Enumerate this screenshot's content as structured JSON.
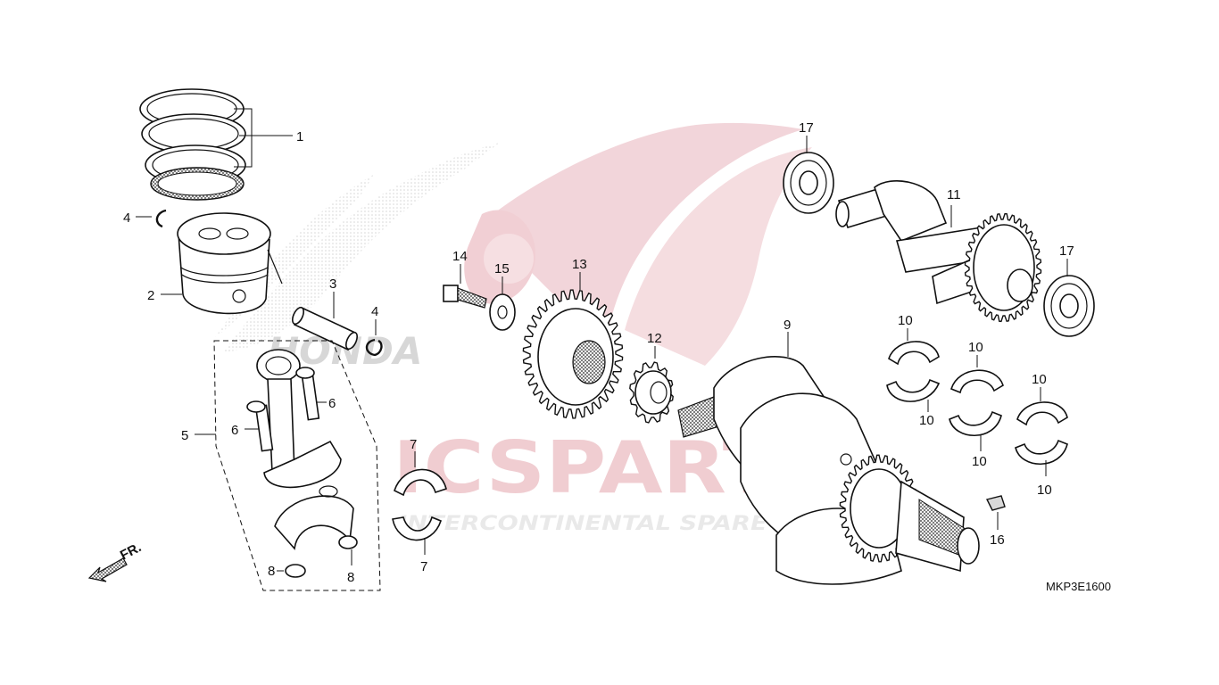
{
  "watermark": {
    "brand_primary": "ICSPARTS",
    "brand_sub": "INTERCONTINENTAL SPARE PARTS",
    "logo_text": "HONDA",
    "brand_color": "#c8102e"
  },
  "diagram": {
    "drawing_code": "MKP3E1600",
    "direction_label": "FR.",
    "callouts": {
      "c1": "1",
      "c2": "2",
      "c3": "3",
      "c4a": "4",
      "c4b": "4",
      "c5": "5",
      "c6a": "6",
      "c6b": "6",
      "c7a": "7",
      "c7b": "7",
      "c8a": "8",
      "c8b": "8",
      "c9": "9",
      "c10a": "10",
      "c10b": "10",
      "c10c": "10",
      "c10d": "10",
      "c10e": "10",
      "c10f": "10",
      "c11": "11",
      "c12": "12",
      "c13": "13",
      "c14": "14",
      "c15": "15",
      "c16": "16",
      "c17a": "17",
      "c17b": "17"
    }
  }
}
